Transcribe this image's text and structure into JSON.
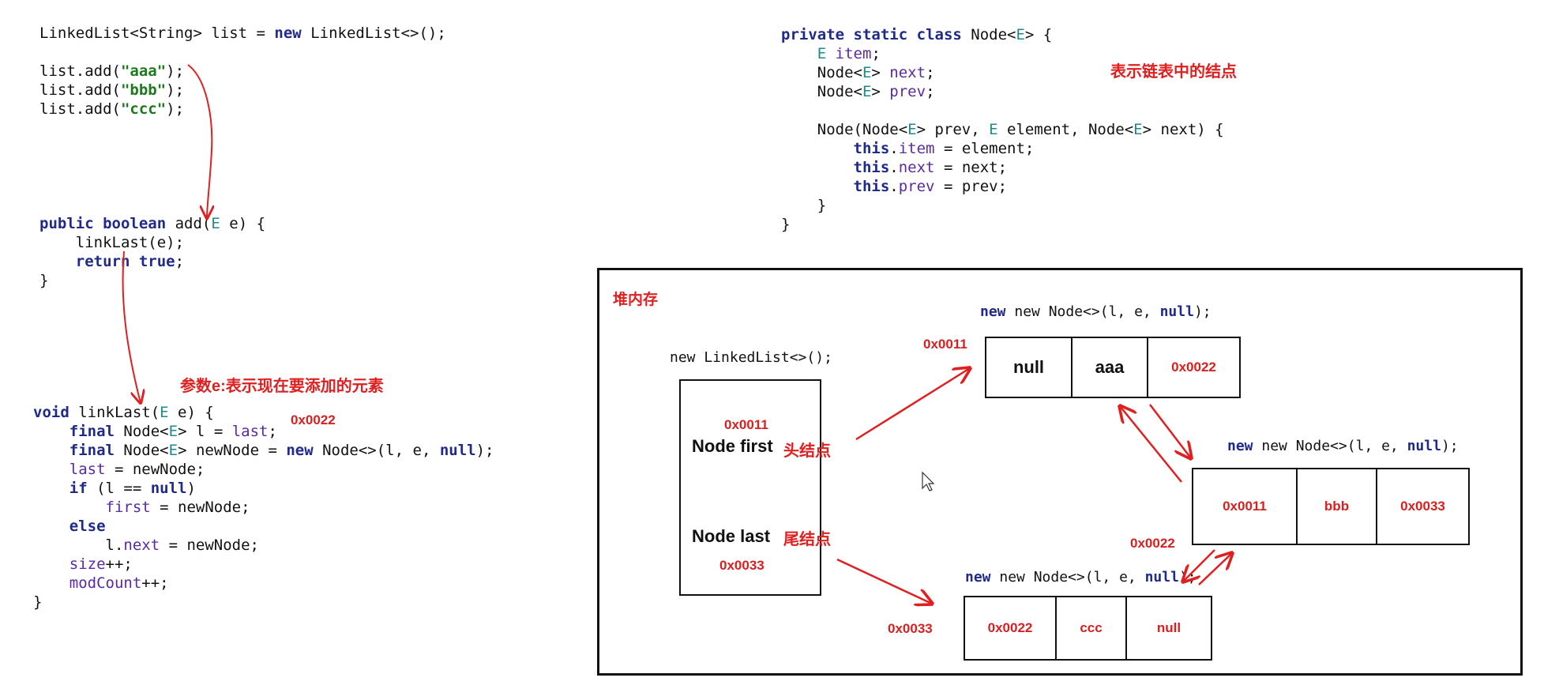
{
  "code_top_left": [
    [
      {
        "t": "LinkedList<String> list = ",
        "c": ""
      },
      {
        "t": "new",
        "c": "kw"
      },
      {
        "t": " LinkedList<>();",
        "c": ""
      }
    ],
    [],
    [
      {
        "t": "list.add(",
        "c": ""
      },
      {
        "t": "\"aaa\"",
        "c": "str"
      },
      {
        "t": ");",
        "c": ""
      }
    ],
    [
      {
        "t": "list.add(",
        "c": ""
      },
      {
        "t": "\"bbb\"",
        "c": "str"
      },
      {
        "t": ");",
        "c": ""
      }
    ],
    [
      {
        "t": "list.add(",
        "c": ""
      },
      {
        "t": "\"ccc\"",
        "c": "str"
      },
      {
        "t": ");",
        "c": ""
      }
    ]
  ],
  "code_add": [
    [
      {
        "t": "public",
        "c": "kw"
      },
      {
        "t": " ",
        "c": ""
      },
      {
        "t": "boolean",
        "c": "kw"
      },
      {
        "t": " add(",
        "c": ""
      },
      {
        "t": "E",
        "c": "gen"
      },
      {
        "t": " e) {",
        "c": ""
      }
    ],
    [
      {
        "t": "    linkLast(e);",
        "c": ""
      }
    ],
    [
      {
        "t": "    ",
        "c": ""
      },
      {
        "t": "return",
        "c": "kw"
      },
      {
        "t": " ",
        "c": ""
      },
      {
        "t": "true",
        "c": "kw"
      },
      {
        "t": ";",
        "c": ""
      }
    ],
    [
      {
        "t": "}",
        "c": ""
      }
    ]
  ],
  "code_linklast": [
    [
      {
        "t": "void",
        "c": "kw"
      },
      {
        "t": " linkLast(",
        "c": ""
      },
      {
        "t": "E",
        "c": "gen"
      },
      {
        "t": " e) {",
        "c": ""
      }
    ],
    [
      {
        "t": "    ",
        "c": ""
      },
      {
        "t": "final",
        "c": "kw"
      },
      {
        "t": " Node<",
        "c": ""
      },
      {
        "t": "E",
        "c": "gen"
      },
      {
        "t": "> l = ",
        "c": ""
      },
      {
        "t": "last",
        "c": "field"
      },
      {
        "t": ";",
        "c": ""
      }
    ],
    [
      {
        "t": "    ",
        "c": ""
      },
      {
        "t": "final",
        "c": "kw"
      },
      {
        "t": " Node<",
        "c": ""
      },
      {
        "t": "E",
        "c": "gen"
      },
      {
        "t": "> newNode = ",
        "c": ""
      },
      {
        "t": "new",
        "c": "kw"
      },
      {
        "t": " Node<>(l, e, ",
        "c": ""
      },
      {
        "t": "null",
        "c": "kw"
      },
      {
        "t": ");",
        "c": ""
      }
    ],
    [
      {
        "t": "    ",
        "c": ""
      },
      {
        "t": "last",
        "c": "field"
      },
      {
        "t": " = newNode;",
        "c": ""
      }
    ],
    [
      {
        "t": "    ",
        "c": ""
      },
      {
        "t": "if",
        "c": "kw"
      },
      {
        "t": " (l == ",
        "c": ""
      },
      {
        "t": "null",
        "c": "kw"
      },
      {
        "t": ")",
        "c": ""
      }
    ],
    [
      {
        "t": "        ",
        "c": ""
      },
      {
        "t": "first",
        "c": "field"
      },
      {
        "t": " = newNode;",
        "c": ""
      }
    ],
    [
      {
        "t": "    ",
        "c": ""
      },
      {
        "t": "else",
        "c": "kw"
      }
    ],
    [
      {
        "t": "        l.",
        "c": ""
      },
      {
        "t": "next",
        "c": "field"
      },
      {
        "t": " = newNode;",
        "c": ""
      }
    ],
    [
      {
        "t": "    ",
        "c": ""
      },
      {
        "t": "size",
        "c": "field"
      },
      {
        "t": "++;",
        "c": ""
      }
    ],
    [
      {
        "t": "    ",
        "c": ""
      },
      {
        "t": "modCount",
        "c": "field"
      },
      {
        "t": "++;",
        "c": ""
      }
    ],
    [
      {
        "t": "}",
        "c": ""
      }
    ]
  ],
  "code_node_class": [
    [
      {
        "t": "private",
        "c": "kw"
      },
      {
        "t": " ",
        "c": ""
      },
      {
        "t": "static",
        "c": "kw"
      },
      {
        "t": " ",
        "c": ""
      },
      {
        "t": "class",
        "c": "kw"
      },
      {
        "t": " Node<",
        "c": ""
      },
      {
        "t": "E",
        "c": "gen"
      },
      {
        "t": "> {",
        "c": ""
      }
    ],
    [
      {
        "t": "    ",
        "c": ""
      },
      {
        "t": "E",
        "c": "gen"
      },
      {
        "t": " ",
        "c": ""
      },
      {
        "t": "item",
        "c": "field"
      },
      {
        "t": ";",
        "c": ""
      }
    ],
    [
      {
        "t": "    Node<",
        "c": ""
      },
      {
        "t": "E",
        "c": "gen"
      },
      {
        "t": "> ",
        "c": ""
      },
      {
        "t": "next",
        "c": "field"
      },
      {
        "t": ";",
        "c": ""
      }
    ],
    [
      {
        "t": "    Node<",
        "c": ""
      },
      {
        "t": "E",
        "c": "gen"
      },
      {
        "t": "> ",
        "c": ""
      },
      {
        "t": "prev",
        "c": "field"
      },
      {
        "t": ";",
        "c": ""
      }
    ],
    [],
    [
      {
        "t": "    Node(Node<",
        "c": ""
      },
      {
        "t": "E",
        "c": "gen"
      },
      {
        "t": "> prev, ",
        "c": ""
      },
      {
        "t": "E",
        "c": "gen"
      },
      {
        "t": " element, Node<",
        "c": ""
      },
      {
        "t": "E",
        "c": "gen"
      },
      {
        "t": "> next) {",
        "c": ""
      }
    ],
    [
      {
        "t": "        ",
        "c": ""
      },
      {
        "t": "this",
        "c": "kw"
      },
      {
        "t": ".",
        "c": ""
      },
      {
        "t": "item",
        "c": "field"
      },
      {
        "t": " = element;",
        "c": ""
      }
    ],
    [
      {
        "t": "        ",
        "c": ""
      },
      {
        "t": "this",
        "c": "kw"
      },
      {
        "t": ".",
        "c": ""
      },
      {
        "t": "next",
        "c": "field"
      },
      {
        "t": " = next;",
        "c": ""
      }
    ],
    [
      {
        "t": "        ",
        "c": ""
      },
      {
        "t": "this",
        "c": "kw"
      },
      {
        "t": ".",
        "c": ""
      },
      {
        "t": "prev",
        "c": "field"
      },
      {
        "t": " = prev;",
        "c": ""
      }
    ],
    [
      {
        "t": "    }",
        "c": ""
      }
    ],
    [
      {
        "t": "}",
        "c": ""
      }
    ]
  ],
  "notes": {
    "node_desc": "表示链表中的结点",
    "param_desc": "参数e:表示现在要添加的元素",
    "newnode_addr": "0x0022",
    "heap_title": "堆内存"
  },
  "heap": {
    "linkedlist_label": "new LinkedList<>();",
    "first_addr": "0x0011",
    "first_label": "Node first",
    "first_note": "头结点",
    "last_label": "Node last",
    "last_note": "尾结点",
    "last_addr": "0x0033",
    "node_label_code": "new Node<>(l, e, ",
    "node_label_null": "null",
    "node_label_end": ");",
    "node_aaa": {
      "addr": "0x0011",
      "prev": "null",
      "item": "aaa",
      "next": "0x0022"
    },
    "node_bbb": {
      "addr": "0x0022",
      "prev": "0x0011",
      "item": "bbb",
      "next": "0x0033"
    },
    "node_ccc": {
      "addr": "0x0033",
      "prev": "0x0022",
      "item": "ccc",
      "next": "null"
    }
  }
}
